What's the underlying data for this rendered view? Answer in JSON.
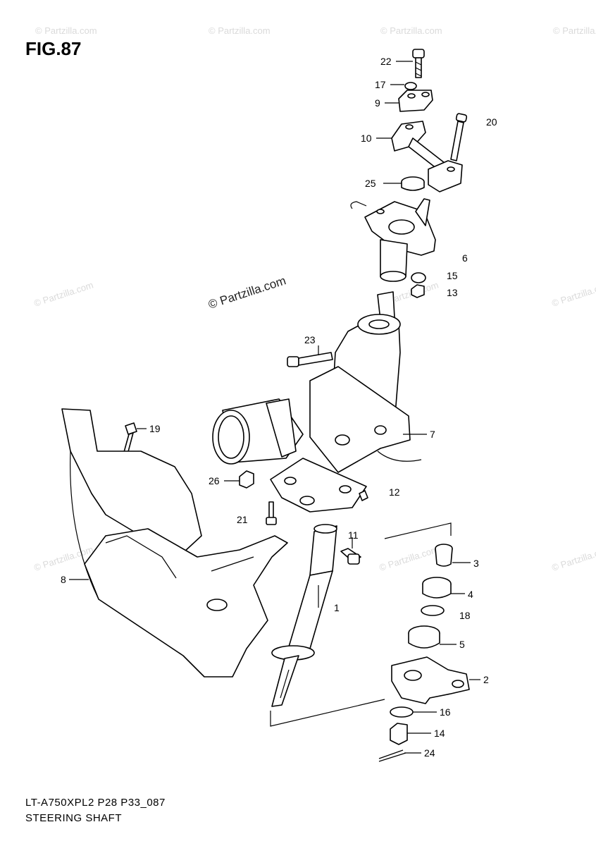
{
  "figure": {
    "title": "FIG.87",
    "model_code": "LT-A750XPL2 P28 P33_087",
    "caption": "STEERING SHAFT"
  },
  "watermarks": {
    "main": "© Partzilla.com",
    "repeat": "© Partzilla.com"
  },
  "callouts": [
    {
      "id": "c22",
      "label": "22"
    },
    {
      "id": "c17",
      "label": "17"
    },
    {
      "id": "c9",
      "label": "9"
    },
    {
      "id": "c20",
      "label": "20"
    },
    {
      "id": "c10",
      "label": "10"
    },
    {
      "id": "c25",
      "label": "25"
    },
    {
      "id": "c6",
      "label": "6"
    },
    {
      "id": "c15",
      "label": "15"
    },
    {
      "id": "c13",
      "label": "13"
    },
    {
      "id": "c23",
      "label": "23"
    },
    {
      "id": "c19",
      "label": "19"
    },
    {
      "id": "c7",
      "label": "7"
    },
    {
      "id": "c26",
      "label": "26"
    },
    {
      "id": "c12",
      "label": "12"
    },
    {
      "id": "c21",
      "label": "21"
    },
    {
      "id": "c11",
      "label": "11"
    },
    {
      "id": "c3",
      "label": "3"
    },
    {
      "id": "c8",
      "label": "8"
    },
    {
      "id": "c4",
      "label": "4"
    },
    {
      "id": "c1",
      "label": "1"
    },
    {
      "id": "c18",
      "label": "18"
    },
    {
      "id": "c5",
      "label": "5"
    },
    {
      "id": "c2",
      "label": "2"
    },
    {
      "id": "c16",
      "label": "16"
    },
    {
      "id": "c14",
      "label": "14"
    },
    {
      "id": "c24",
      "label": "24"
    }
  ]
}
